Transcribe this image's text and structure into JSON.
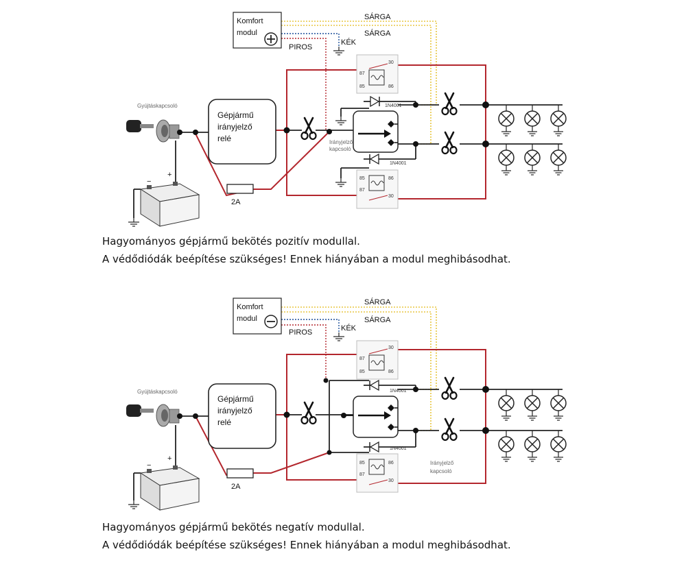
{
  "colors": {
    "wire_red": "#b3262d",
    "wire_black": "#222222",
    "wire_yellow": "#e8c640",
    "wire_blue_dotted": "#1d4f9a",
    "wire_red_dotted": "#b3262d",
    "relay_box": "#bdbdbd"
  },
  "diagrams": [
    {
      "module_label_line1": "Komfort",
      "module_label_line2": "modul",
      "module_polarity_symbol": "plus-in-circle",
      "wire_label_yellow_1": "SÁRGA",
      "wire_label_yellow_2": "SÁRGA",
      "wire_label_blue": "KÉK",
      "wire_label_red": "PIROS",
      "ignition_label": "Gyújtáskapcsoló",
      "relay_box_line1": "Gépjármű",
      "relay_box_line2": "irányjelző",
      "relay_box_line3": "relé",
      "fuse_label": "2A",
      "switch_label_line1": "Irányjelző",
      "switch_label_line2": "kapcsoló",
      "diode_top": "1N4001",
      "diode_bottom": "1N4001",
      "relay_pins": {
        "p30": "30",
        "p87": "87",
        "p85": "85",
        "p86": "86"
      },
      "battery_minus": "−",
      "battery_plus": "+",
      "caption_line1": "Hagyományos gépjármű bekötés pozitív modullal.",
      "caption_line2": "A védődiódák beépítése szükséges! Ennek hiányában a modul meghibásodhat."
    },
    {
      "module_label_line1": "Komfort",
      "module_label_line2": "modul",
      "module_polarity_symbol": "minus-in-circle",
      "wire_label_yellow_1": "SÁRGA",
      "wire_label_yellow_2": "SÁRGA",
      "wire_label_blue": "KÉK",
      "wire_label_red": "PIROS",
      "ignition_label": "Gyújtáskapcsoló",
      "relay_box_line1": "Gépjármű",
      "relay_box_line2": "irányjelző",
      "relay_box_line3": "relé",
      "fuse_label": "2A",
      "switch_label_line1": "Irányjelző",
      "switch_label_line2": "kapcsoló",
      "diode_top": "1N4001",
      "diode_bottom": "1N4001",
      "relay_pins": {
        "p30": "30",
        "p87": "87",
        "p85": "85",
        "p86": "86"
      },
      "battery_minus": "−",
      "battery_plus": "+",
      "caption_line1": "Hagyományos gépjármű bekötés negatív modullal.",
      "caption_line2": "A védődiódák beépítése szükséges! Ennek hiányában a modul meghibásodhat."
    }
  ]
}
